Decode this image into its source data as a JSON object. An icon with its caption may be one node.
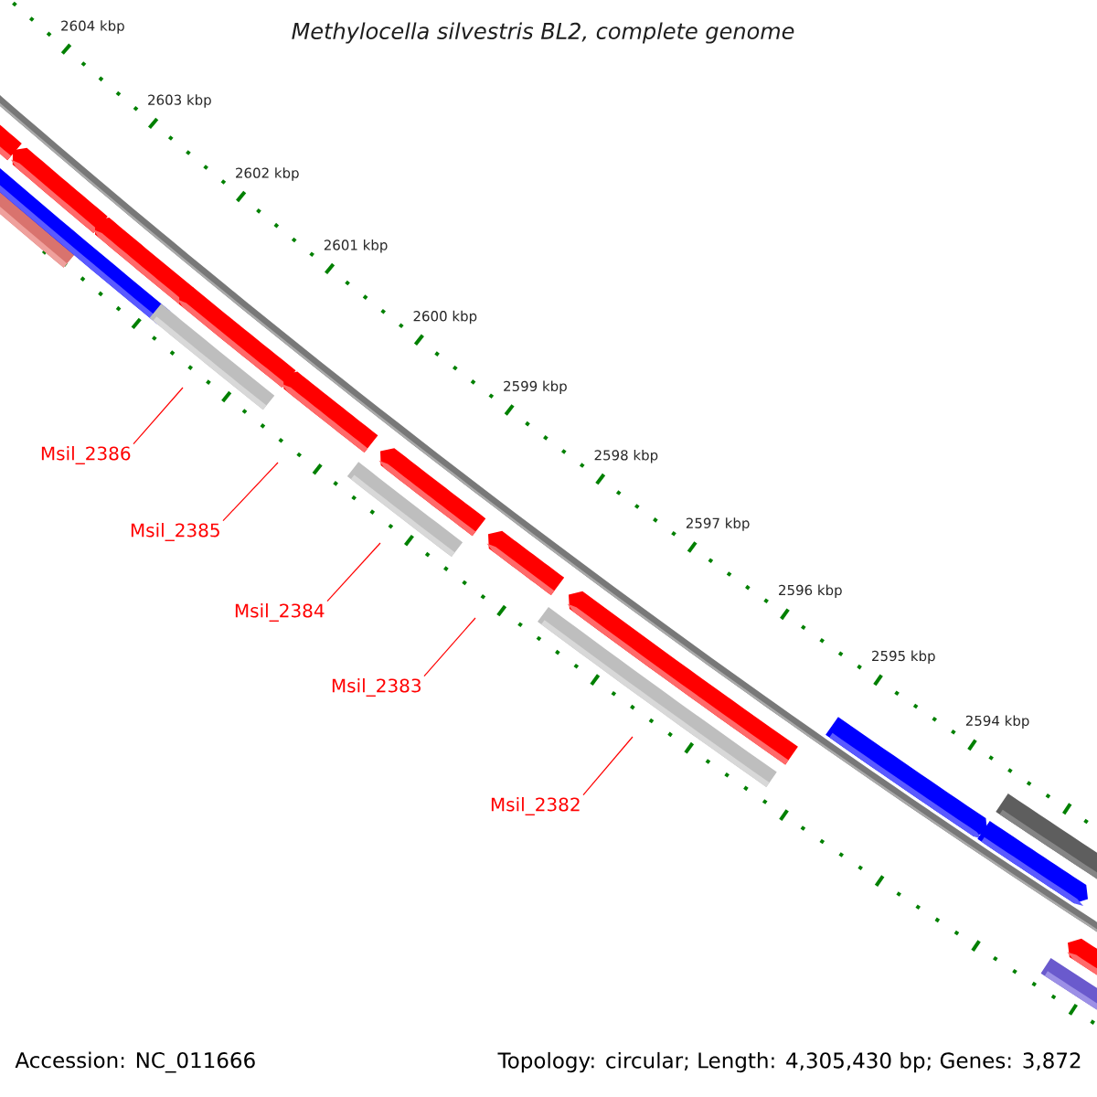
{
  "diagram": {
    "title": "Methylocella silvestris BL2, complete genome",
    "nodes": [
      {
        "text": [
          "Msil_2386"
        ]
      },
      {
        "text": [
          "Msil_2385"
        ]
      },
      {
        "text": [
          "Msil_2384"
        ]
      },
      {
        "text": [
          "Msil_2383"
        ]
      },
      {
        "text": [
          "Msil_2382"
        ]
      }
    ],
    "edges": [
      {
        "from": 0,
        "to": null,
        "arrow": "none"
      },
      {
        "from": 1,
        "to": null,
        "arrow": "none"
      },
      {
        "from": 2,
        "to": null,
        "arrow": "none"
      },
      {
        "from": 3,
        "to": null,
        "arrow": "none"
      },
      {
        "from": 4,
        "to": null,
        "arrow": "none"
      }
    ],
    "labels": [
      "2604 kbp",
      "2603 kbp",
      "2602 kbp",
      "2601 kbp",
      "2600 kbp",
      "2599 kbp",
      "2598 kbp",
      "2597 kbp",
      "2596 kbp",
      "2595 kbp",
      "2594 kbp",
      "Accession: NC_011666",
      "Topology: circular; Length: 4,305,430 bp; Genes: 3,872"
    ]
  }
}
